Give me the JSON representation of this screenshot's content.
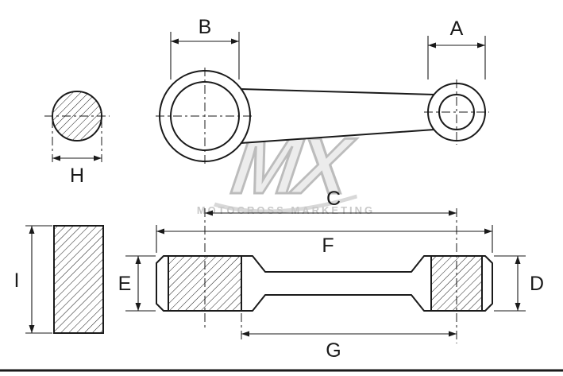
{
  "labels": {
    "a": "A",
    "b": "B",
    "c": "C",
    "d": "D",
    "e": "E",
    "f": "F",
    "g": "G",
    "h": "H",
    "i": "I"
  },
  "watermark": {
    "logo": "MX",
    "caption": "MOTOCROSS MARKETING"
  },
  "colors": {
    "line": "#1a1a1a",
    "background": "#ffffff",
    "watermark": "#c8c8c8"
  }
}
